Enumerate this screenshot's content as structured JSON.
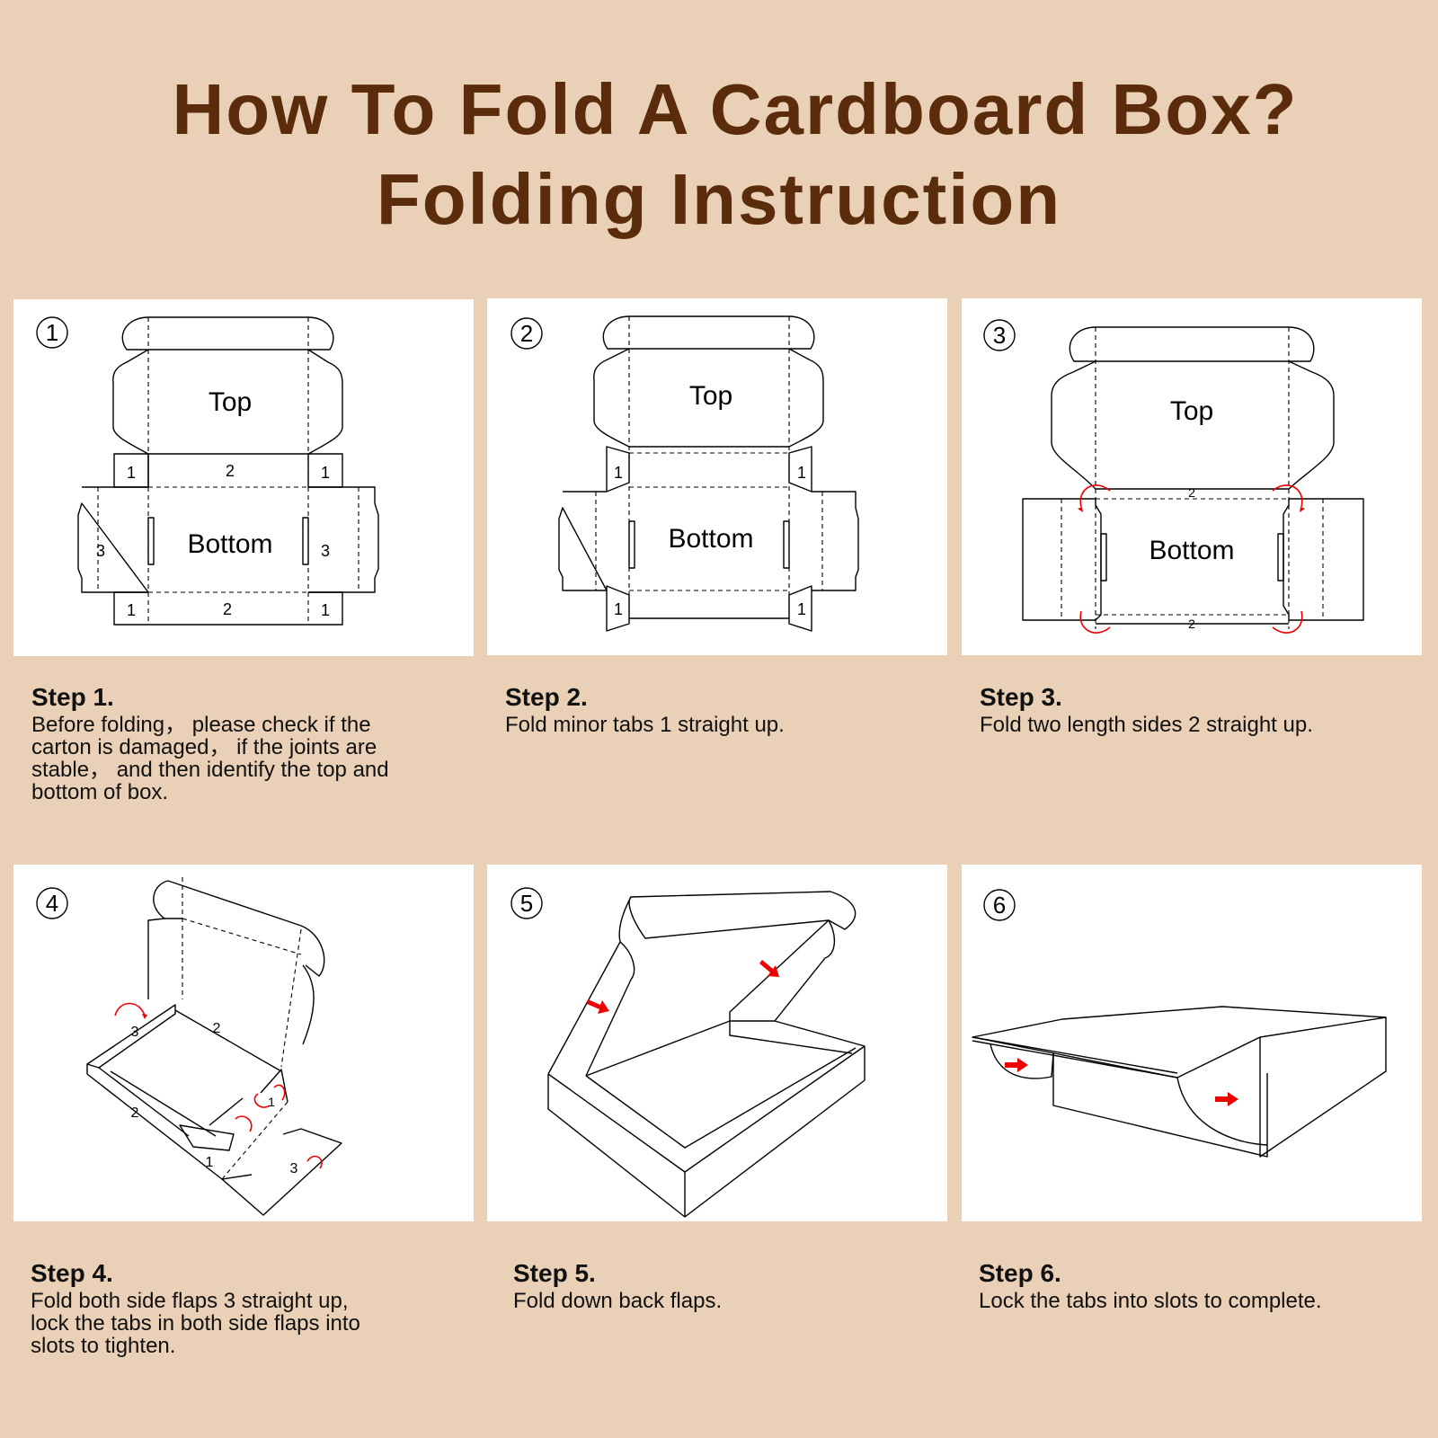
{
  "title": {
    "line1": "How To Fold A Cardboard Box?",
    "line2": "Folding Instruction"
  },
  "labels": {
    "top": "Top",
    "bottom": "Bottom",
    "tab1": "1",
    "tab2": "2",
    "tab3": "3"
  },
  "steps": [
    {
      "number": "1",
      "title": "Step 1.",
      "text": "Before folding， please check if the carton is damaged， if the joints are stable， and then identify the top and bottom of box."
    },
    {
      "number": "2",
      "title": "Step 2.",
      "text": "Fold minor tabs 1 straight up."
    },
    {
      "number": "3",
      "title": "Step 3.",
      "text": "Fold two length sides 2 straight up."
    },
    {
      "number": "4",
      "title": "Step 4.",
      "text": "Fold both side flaps 3 straight up, lock the tabs in both side flaps into slots to tighten."
    },
    {
      "number": "5",
      "title": "Step 5.",
      "text": "Fold down back flaps."
    },
    {
      "number": "6",
      "title": "Step 6.",
      "text": "Lock the tabs into slots to complete."
    }
  ],
  "colors": {
    "background": "#e9d0b6",
    "title": "#5a2c0c",
    "arrow": "#e00000"
  }
}
